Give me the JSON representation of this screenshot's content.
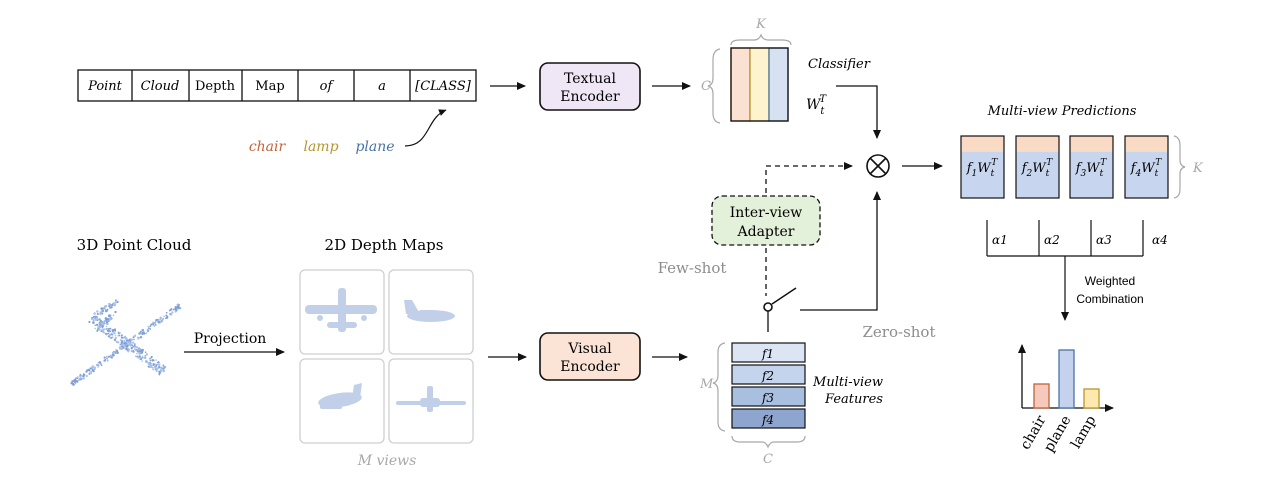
{
  "prompt": {
    "tokens": [
      "Point",
      "Cloud",
      "Depth",
      "Map",
      "of",
      "a",
      "[CLASS]"
    ],
    "class_words": [
      "chair",
      "lamp",
      "plane"
    ]
  },
  "textual_encoder": {
    "line1": "Textual",
    "line2": "Encoder"
  },
  "visual_encoder": {
    "line1": "Visual",
    "line2": "Encoder"
  },
  "classifier": {
    "label": "Classifier",
    "symbol": "W",
    "sub": "t",
    "sup": "T",
    "dim_rows": "C",
    "dim_cols": "K"
  },
  "adapter": {
    "line1": "Inter-view",
    "line2": "Adapter"
  },
  "few_shot": "Few-shot",
  "zero_shot": "Zero-shot",
  "point_cloud_title": "3D Point Cloud",
  "depth_maps_title": "2D Depth Maps",
  "projection": "Projection",
  "m_views": "M views",
  "features": {
    "labels": [
      "f1",
      "f2",
      "f3",
      "f4"
    ],
    "caption_line1": "Multi-view",
    "caption_line2": "Features",
    "dim_rows": "M",
    "dim_cols": "C"
  },
  "predictions": {
    "title": "Multi-view Predictions",
    "dim": "K",
    "alphas": [
      "α1",
      "α2",
      "α3",
      "α4"
    ]
  },
  "weighted": {
    "line1": "Weighted",
    "line2": "Combination"
  },
  "bars": {
    "labels": [
      "chair",
      "plane",
      "lamp"
    ]
  },
  "colors": {
    "chair": "#c0643a",
    "lamp": "#b8962e",
    "plane": "#4a74a6",
    "text_enc_fill": "#efe7f6",
    "vis_enc_fill": "#fbe4d5",
    "adapter_fill": "#e3f0da",
    "gray": "#a8a8a8"
  }
}
